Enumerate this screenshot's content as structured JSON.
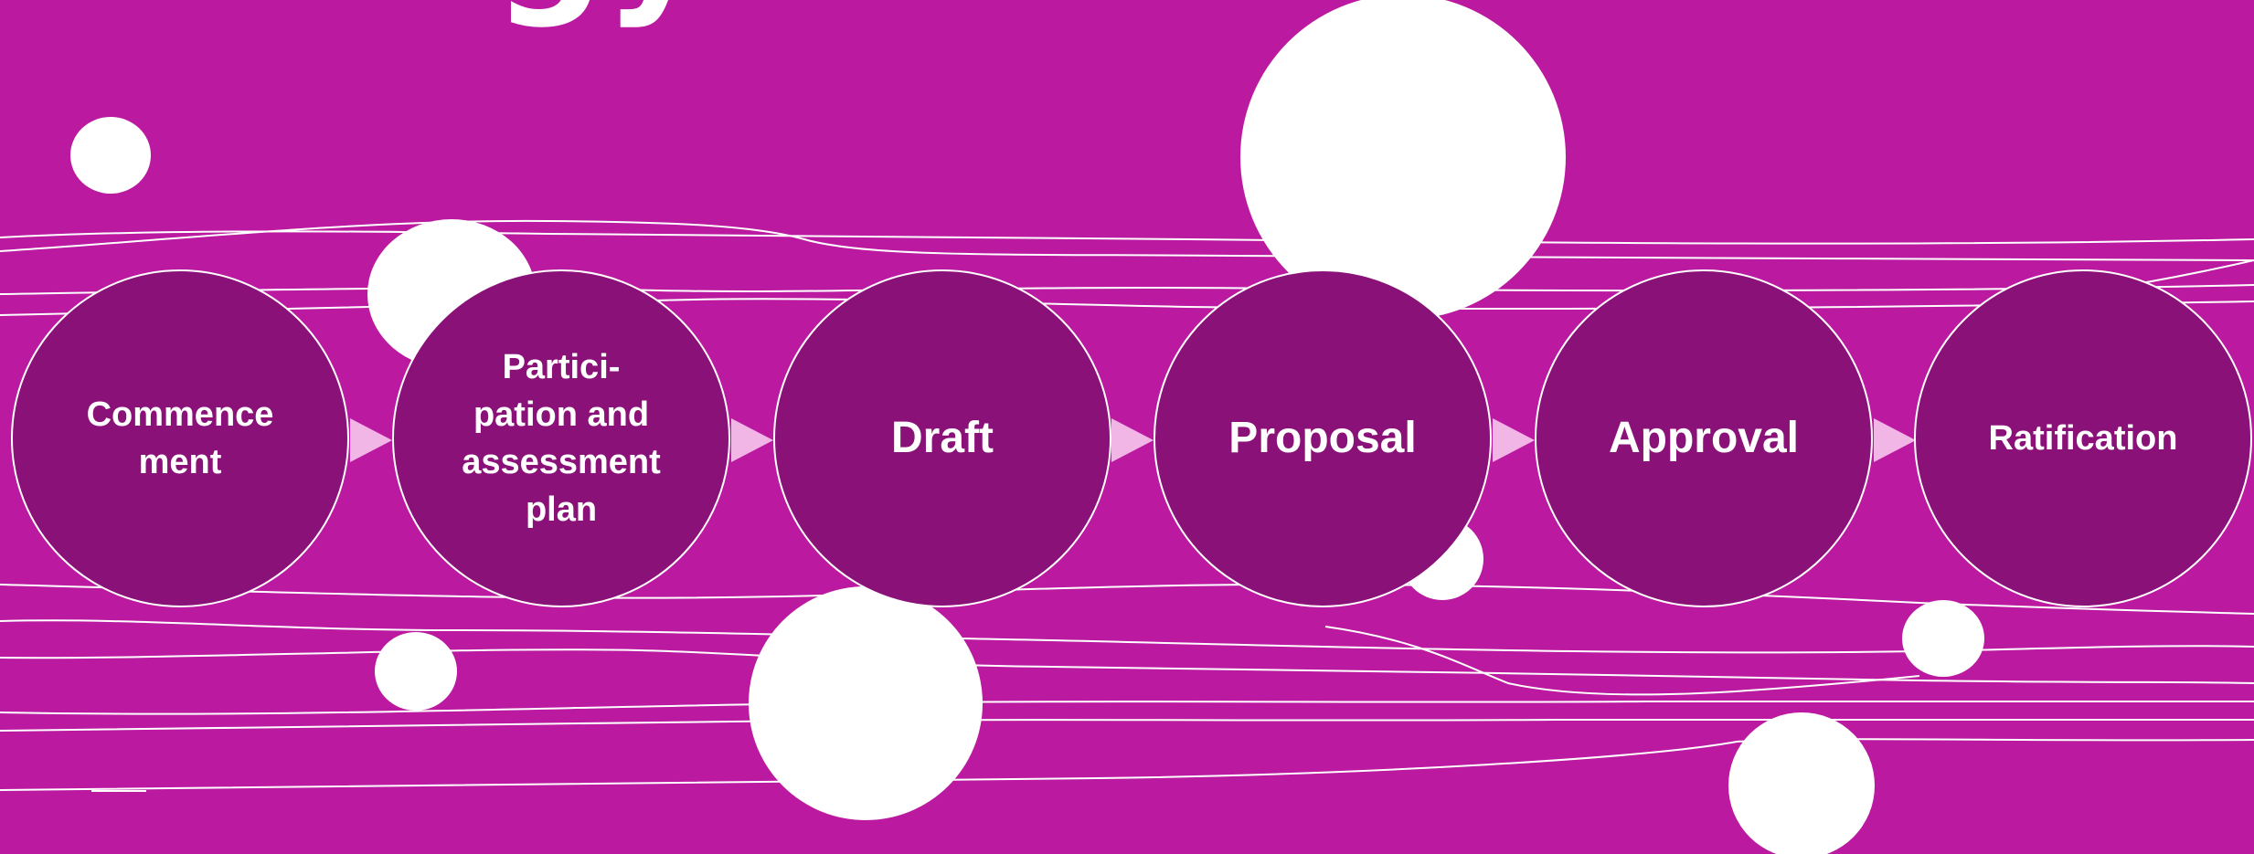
{
  "title_fragment": "gy",
  "colors": {
    "background": "#BA19A0",
    "step_fill": "#8A1178",
    "arrow": "#F2B6E6",
    "decoration": "#FFFFFF"
  },
  "steps": [
    {
      "label": "Commence\nment"
    },
    {
      "label": "Partici-\npation and\nassessment\nplan"
    },
    {
      "label": "Draft"
    },
    {
      "label": "Proposal"
    },
    {
      "label": "Approval"
    },
    {
      "label": "Ratification"
    }
  ]
}
